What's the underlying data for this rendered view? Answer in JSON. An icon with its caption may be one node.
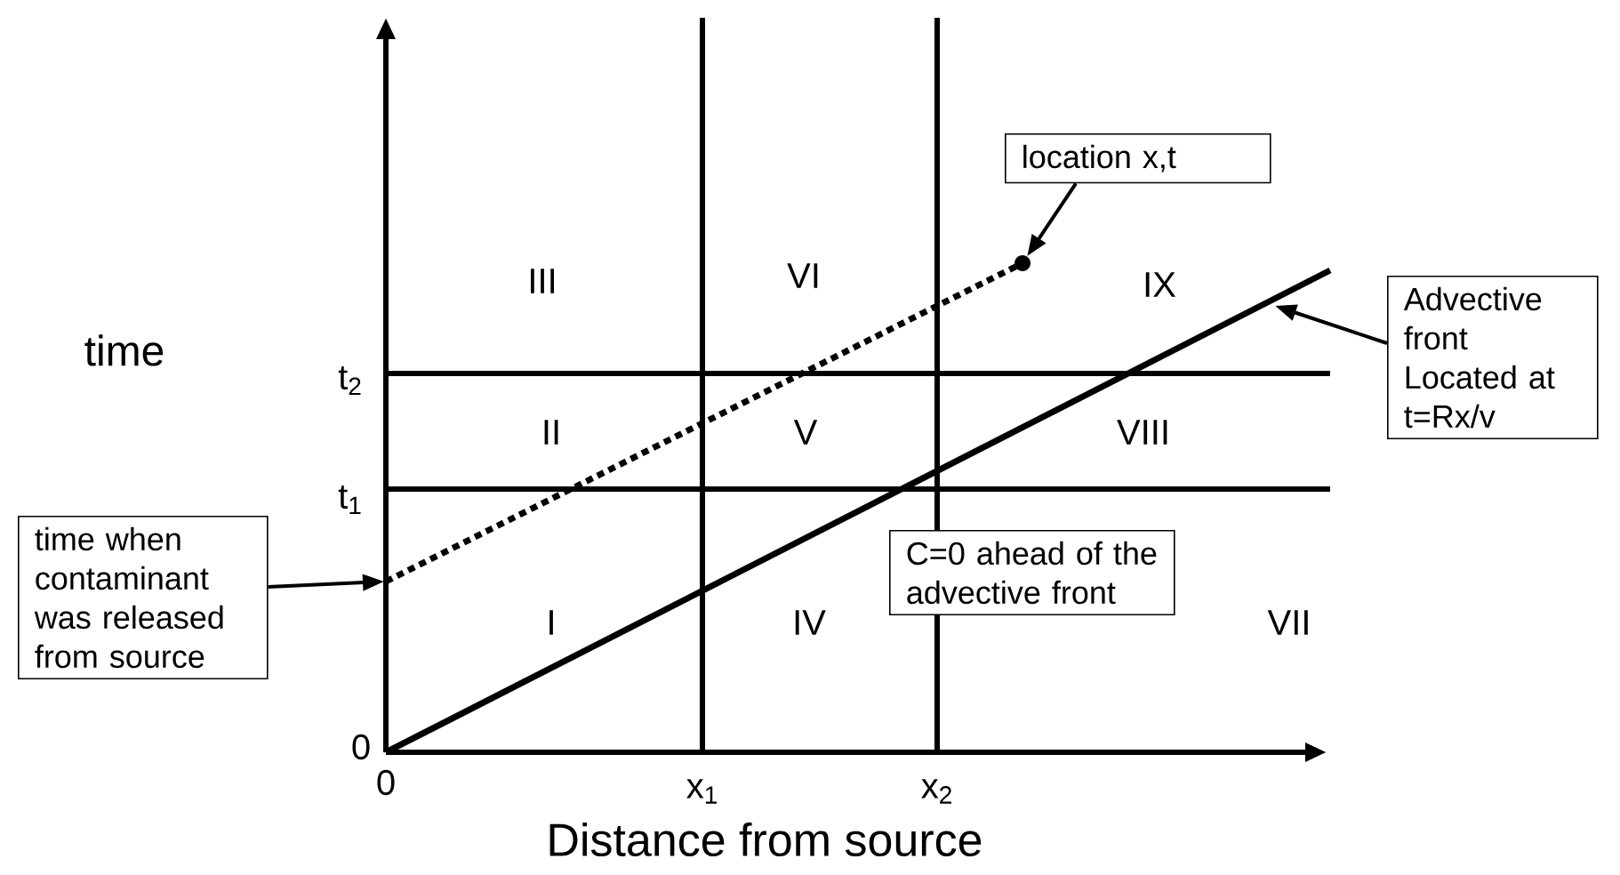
{
  "diagram": {
    "nodes": [
      {
        "text": [
          "location x,t"
        ]
      },
      {
        "text": [],
        "shape": "circle"
      },
      {
        "text": [
          "Advective front Located at t=Rx/v"
        ]
      },
      {
        "text": [
          "time when contaminant was released from source"
        ]
      },
      {
        "text": [
          "C=0 ahead of the advective front"
        ]
      }
    ],
    "edges": [
      {
        "from": 0,
        "to": 1,
        "arrow": "to"
      },
      {
        "from": 2,
        "to": null,
        "arrow": "to"
      },
      {
        "from": 3,
        "to": null,
        "arrow": "to"
      }
    ],
    "labels": [
      "time",
      "III",
      "VI",
      "IX",
      "t$_{2}$",
      "II",
      "V",
      "VIII",
      "t$_{1}$",
      "I",
      "IV",
      "VII",
      "0",
      "0",
      "x$_{1}$",
      "x$_{2}$",
      "Distance from source"
    ]
  }
}
